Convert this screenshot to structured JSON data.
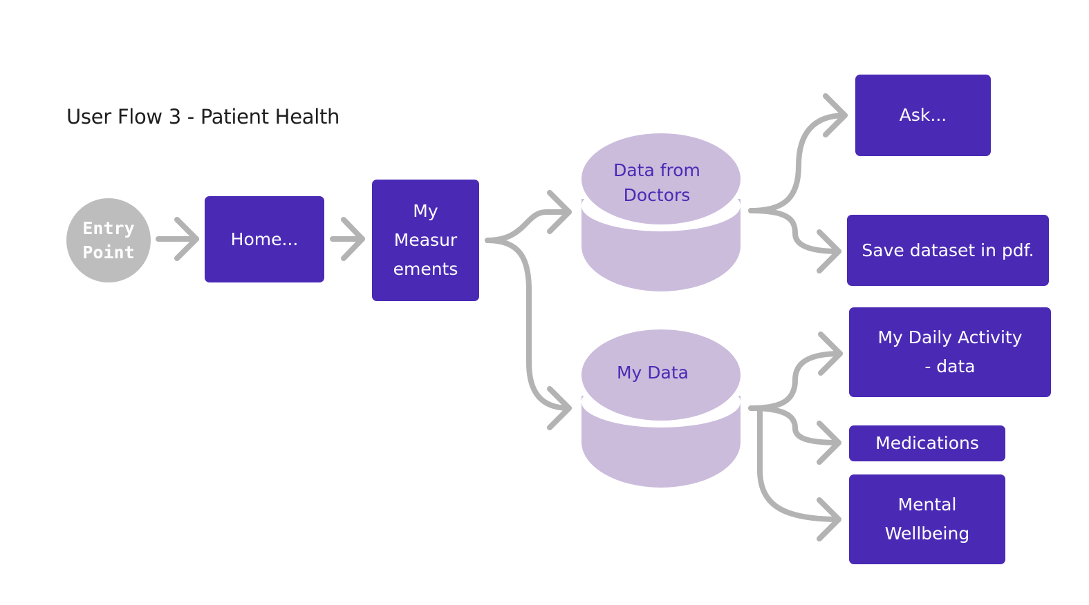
{
  "title": "User Flow 3 - Patient Health",
  "colors": {
    "node": "#4a2ab5",
    "database": "#cbbcdc",
    "arrow": "#b3b3b3",
    "entry": "#bdbdbd"
  },
  "entry": {
    "line1": "Entry",
    "line2": "Point"
  },
  "nodes": {
    "home": "Home...",
    "measurements": {
      "line1": "My",
      "line2": "Measur",
      "line3": "ements"
    },
    "ask": "Ask...",
    "save_pdf": "Save dataset in pdf.",
    "daily_activity": {
      "line1": "My Daily Activity",
      "line2": "- data"
    },
    "medications": "Medications",
    "mental_wellbeing": {
      "line1": "Mental",
      "line2": "Wellbeing"
    }
  },
  "databases": {
    "doctors": {
      "line1": "Data from",
      "line2": "Doctors"
    },
    "my_data": "My Data"
  }
}
